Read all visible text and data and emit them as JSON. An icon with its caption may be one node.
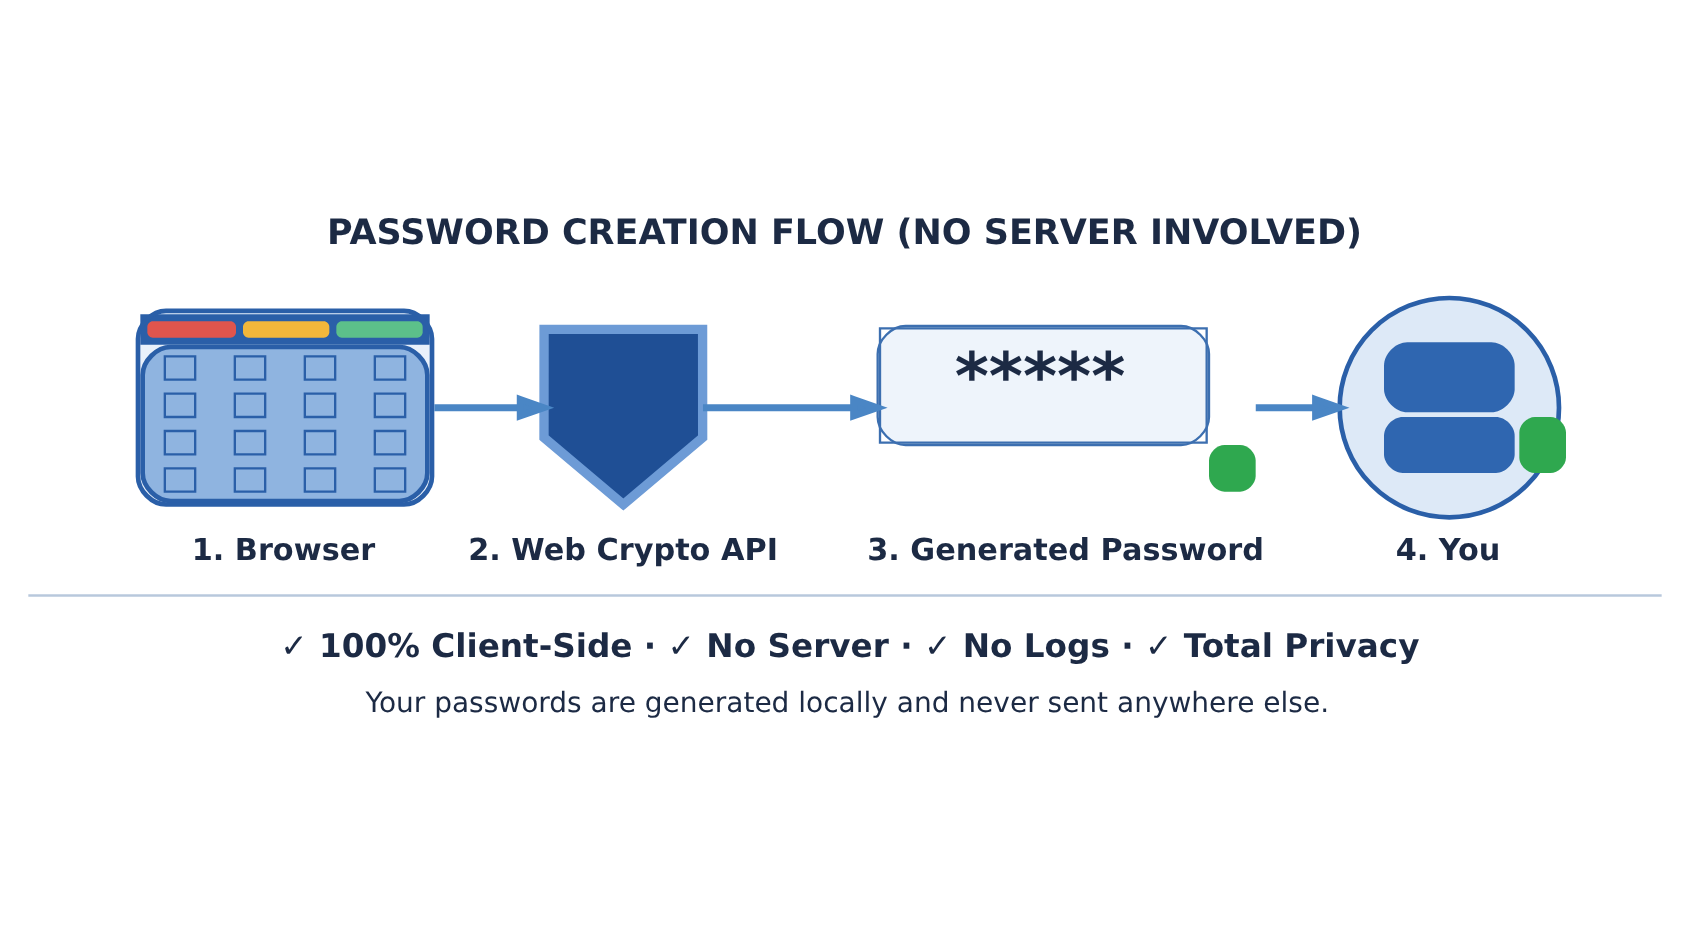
{
  "diagram": {
    "title": "PASSWORD CREATION FLOW (NO SERVER INVOLVED)",
    "nodes": [
      {
        "text": [],
        "shape": "picture",
        "beside": [
          "1. Browser"
        ]
      },
      {
        "text": [],
        "shape": "shield",
        "beside": [
          "2. Web Crypto API"
        ]
      },
      {
        "text": [
          "*****"
        ],
        "beside": [
          "3. Generated Password"
        ]
      },
      {
        "text": [],
        "shape": "person",
        "beside": [
          "4. You"
        ]
      }
    ],
    "edges": [
      {
        "from": 0,
        "to": 1,
        "arrow": "to"
      },
      {
        "from": 1,
        "to": 2,
        "arrow": "to"
      },
      {
        "from": 2,
        "to": 3,
        "arrow": "to"
      }
    ],
    "labels": [
      "✓ 100% Client-Side · ✓ No Server · ✓ No Logs · ✓ Total Privacy",
      "Your passwords are generated locally and never sent anywhere else."
    ]
  }
}
